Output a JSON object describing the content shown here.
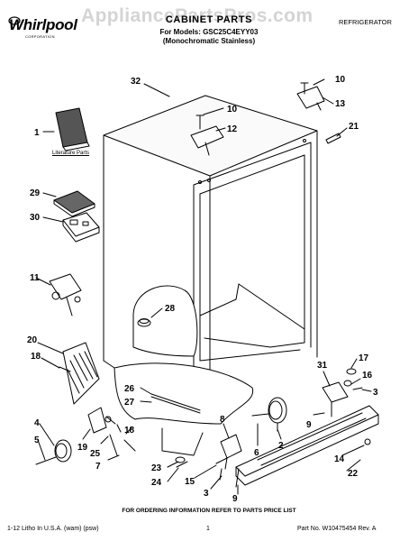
{
  "header": {
    "brand": "Whirlpool",
    "brand_sub": "CORPORATION",
    "watermark": "AppliancePartsPros.com",
    "title": "CABINET PARTS",
    "models": "For Models: GSC25C4EYY03",
    "variant": "(Monochromatic Stainless)",
    "category": "REFRIGERATOR"
  },
  "literature_label": "Literature Parts",
  "callouts": [
    "32",
    "10",
    "13",
    "21",
    "1",
    "10",
    "12",
    "29",
    "30",
    "11",
    "28",
    "20",
    "18",
    "31",
    "17",
    "16",
    "3",
    "26",
    "27",
    "4",
    "5",
    "19",
    "25",
    "7",
    "18",
    "8",
    "6",
    "2",
    "9",
    "23",
    "24",
    "15",
    "3",
    "9",
    "14",
    "22"
  ],
  "ordering_info": "FOR ORDERING INFORMATION REFER TO PARTS PRICE LIST",
  "footer": {
    "left": "1-12 Litho In U.S.A. (wam) (psw)",
    "page": "1",
    "right": "Part No. W10475454 Rev. A"
  }
}
